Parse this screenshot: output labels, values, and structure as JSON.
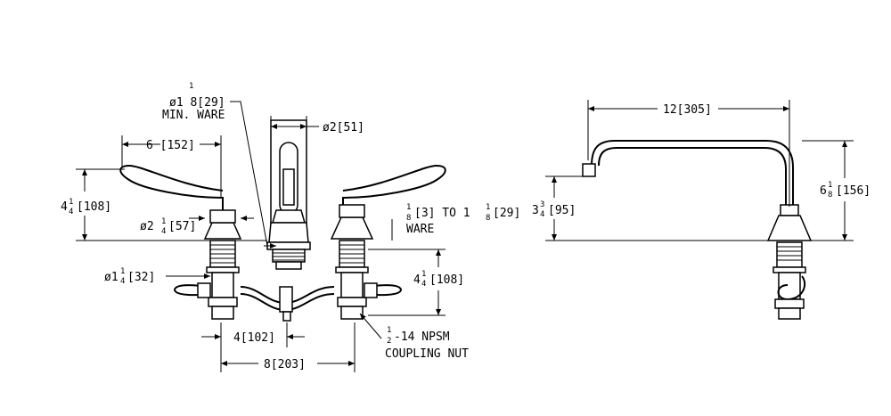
{
  "labels": {
    "min_ware_dia": "ø1 8[29]",
    "min_ware_frac": "1",
    "min_ware": "MIN. WARE",
    "handle_reach": "6 [152]",
    "spout_dia": "ø2[51]",
    "handle_height_whole": "4",
    "handle_height_frac": "1",
    "handle_height_den": "4",
    "handle_height": "[108]",
    "base_dia_pre": "ø2",
    "base_dia_num": "1",
    "base_dia_den": "4",
    "base_dia": "[57]",
    "ware_range_num": "1",
    "ware_range_den": "8",
    "ware_range_a": "[3] TO 1",
    "ware_range_b_num": "1",
    "ware_range_b_den": "8",
    "ware_range_b": "[29]",
    "ware": "WARE",
    "shank_dia_pre": "ø1",
    "shank_dia_num": "1",
    "shank_dia_den": "4",
    "shank_dia": "[32]",
    "shank_len_whole": "4",
    "shank_len_num": "1",
    "shank_len_den": "4",
    "shank_len": "[108]",
    "center_half": "4[102]",
    "center_full": "8[203]",
    "nut_num": "1",
    "nut_den": "2",
    "nut_size": "-14 NPSM",
    "nut_name": "COUPLING NUT",
    "spout_reach": "12[305]",
    "spout_outlet_whole": "3",
    "spout_outlet_num": "3",
    "spout_outlet_den": "4",
    "spout_outlet": "[95]",
    "spout_height_whole": "6",
    "spout_height_num": "1",
    "spout_height_den": "8",
    "spout_height": "[156]"
  }
}
